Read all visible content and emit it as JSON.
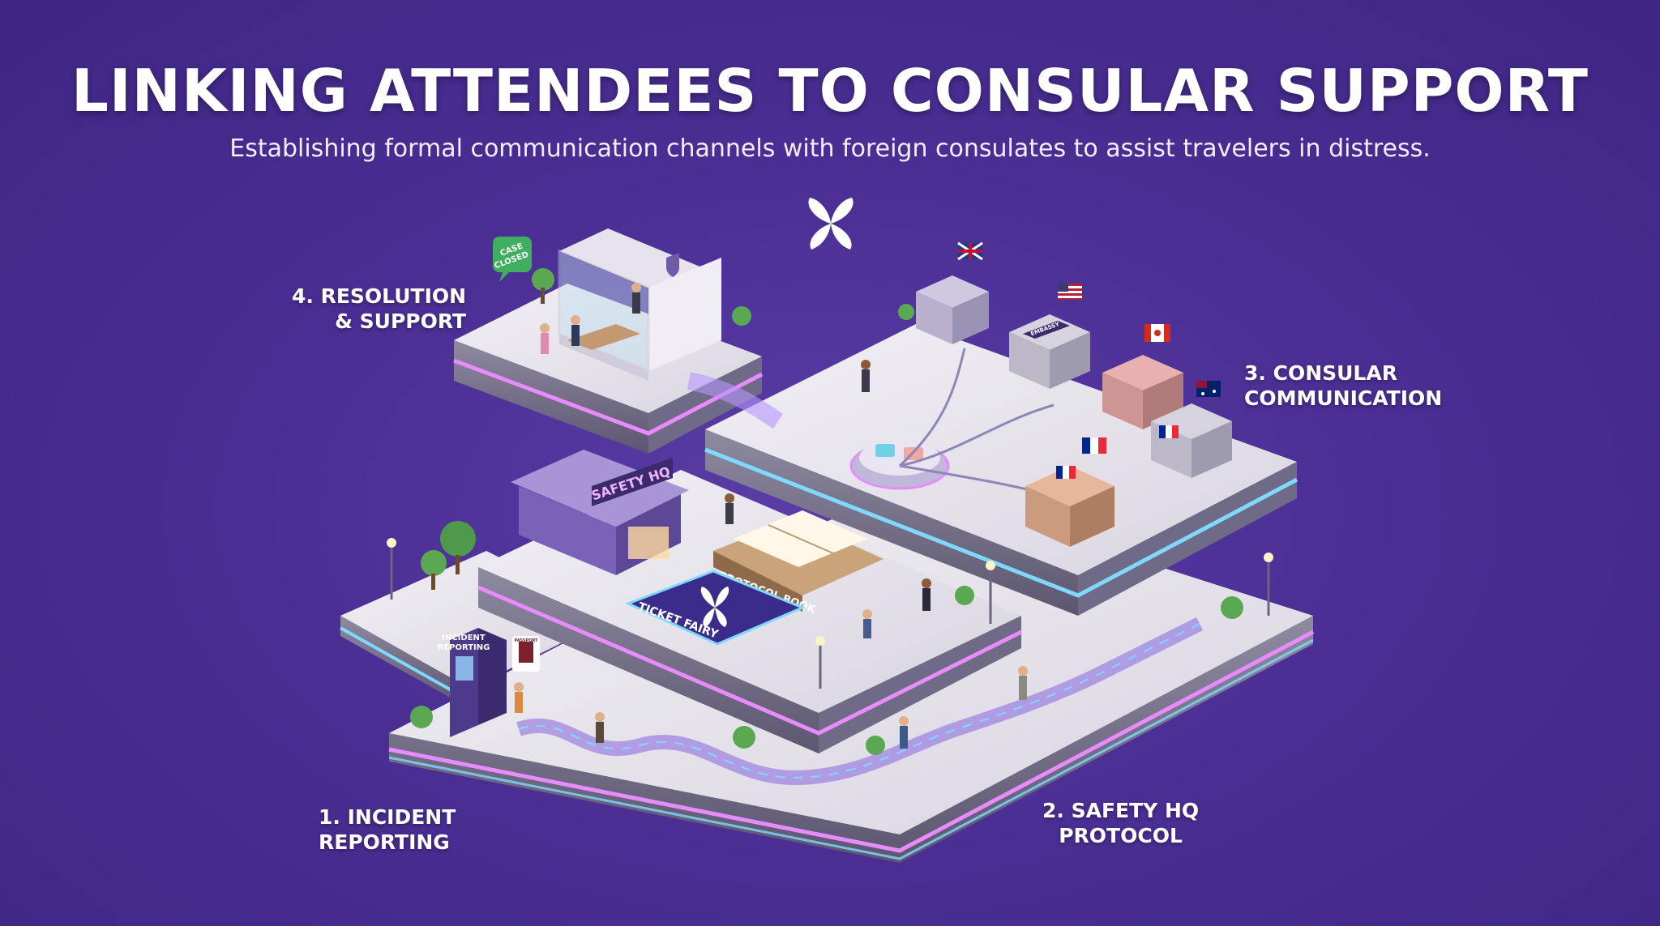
{
  "header": {
    "title": "LINKING ATTENDEES TO CONSULAR SUPPORT",
    "subtitle": "Establishing formal communication channels with foreign consulates to assist travelers in distress."
  },
  "steps": {
    "step1": {
      "line1": "1. INCIDENT",
      "line2": "REPORTING"
    },
    "step2": {
      "line1": "2. SAFETY HQ",
      "line2": "PROTOCOL"
    },
    "step3": {
      "line1": "3. CONSULAR",
      "line2": "COMMUNICATION"
    },
    "step4": {
      "line1": "4. RESOLUTION",
      "line2": "& SUPPORT"
    }
  },
  "signs": {
    "safety_hq": "SAFETY HQ",
    "protocol_book": "PROTOCOL BOOK",
    "ticket_fairy": "TICKET FAIRY",
    "incident_reporting_line1": "INCIDENT",
    "incident_reporting_line2": "REPORTING",
    "passport": "PASSPORT",
    "case_closed_line1": "CASE",
    "case_closed_line2": "CLOSED",
    "embassy": "EMBASSY"
  },
  "icons": {
    "logo": "ticket-fairy-logo-icon",
    "flags": [
      "uk-flag-icon",
      "us-flag-icon",
      "canada-flag-icon",
      "australia-flag-icon",
      "france-flag-icon",
      "france-flag-icon"
    ]
  },
  "colors": {
    "background": "#4b2f95",
    "neon_pink": "#e88bff",
    "neon_blue": "#7fd8ff",
    "marble": "#e9e6ee",
    "building_purple": "#7a62b8"
  }
}
